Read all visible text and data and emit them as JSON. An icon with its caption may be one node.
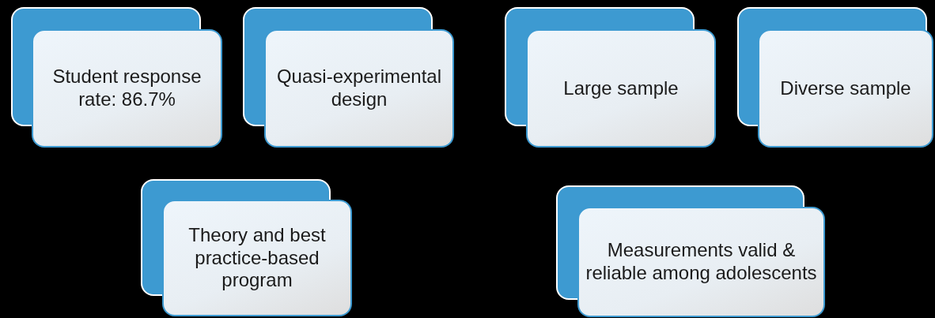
{
  "diagram": {
    "nodes": [
      {
        "text": [
          "Student response rate: 86.7%"
        ]
      },
      {
        "text": [
          "Quasi-experimental design"
        ]
      },
      {
        "text": [
          "Large sample"
        ]
      },
      {
        "text": [
          "Diverse sample"
        ]
      },
      {
        "text": [
          "Theory and best practice-based program"
        ]
      },
      {
        "text": [
          "Measurements valid & reliable among adolescents"
        ]
      }
    ]
  }
}
